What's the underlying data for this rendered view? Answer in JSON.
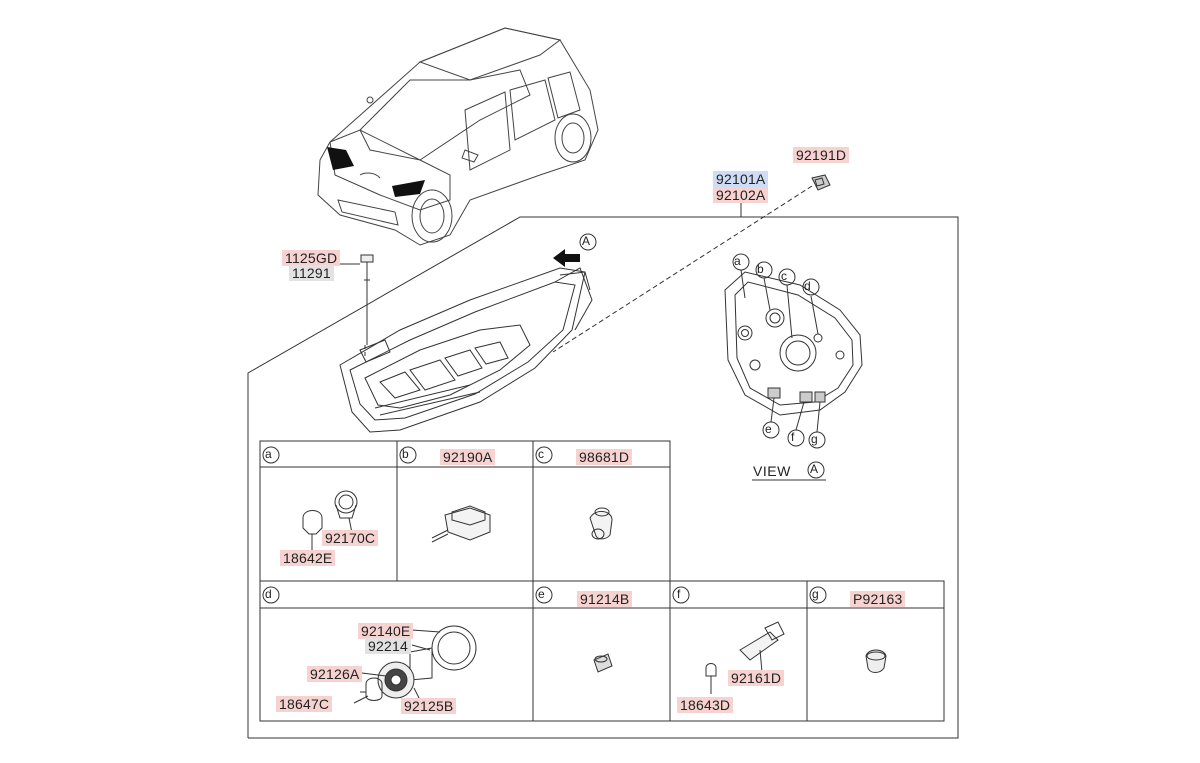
{
  "labels": {
    "p92191D": "92191D",
    "p92101A": "92101A",
    "p92102A": "92102A",
    "p1125GD": "1125GD",
    "p11291": "11291",
    "p92190A": "92190A",
    "p98681D": "98681D",
    "p92170C": "92170C",
    "p18642E": "18642E",
    "p91214B": "91214B",
    "pP92163": "P92163",
    "p92140E": "92140E",
    "p92214": "92214",
    "p92126A": "92126A",
    "p18647C": "18647C",
    "p92125B": "92125B",
    "p92161D": "92161D",
    "p18643D": "18643D"
  },
  "callouts": {
    "a": "a",
    "b": "b",
    "c": "c",
    "d": "d",
    "e": "e",
    "f": "f",
    "g": "g",
    "A": "A"
  },
  "view_text": "VIEW",
  "colors": {
    "highlight_pink": "#f6d3d0",
    "highlight_blue": "#cfdcf5",
    "highlight_gray": "#e2e2e2",
    "line": "#333333"
  }
}
